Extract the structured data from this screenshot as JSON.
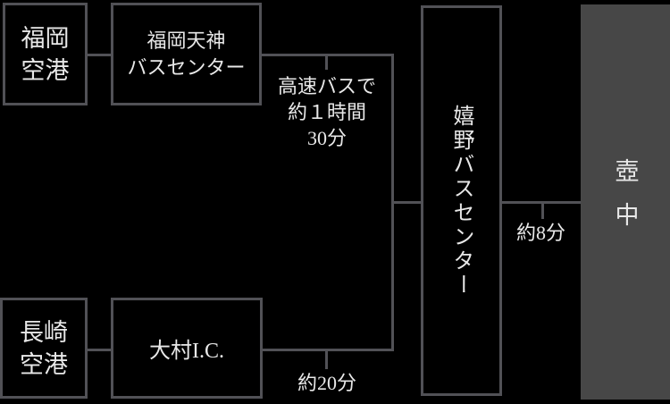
{
  "colors": {
    "background": "#000000",
    "line": "#515156",
    "box_fill": "#474747",
    "text": "#e8e8e8"
  },
  "nodes": {
    "fukuoka_airport": {
      "label": "福岡\n空港"
    },
    "tenjin_bus_center": {
      "label": "福岡天神\nバスセンター"
    },
    "ureshino_bus_center": {
      "label": "嬉野バスセンター"
    },
    "kochu": {
      "label": "壺中"
    },
    "nagasaki_airport": {
      "label": "長崎\n空港"
    },
    "omura_ic": {
      "label": "大村I.C."
    }
  },
  "edges": {
    "fukuoka_route": {
      "label": "高速バスで\n約１時間\n30分"
    },
    "nagasaki_route": {
      "label": "約20分"
    },
    "to_kochu": {
      "label": "約8分"
    }
  }
}
